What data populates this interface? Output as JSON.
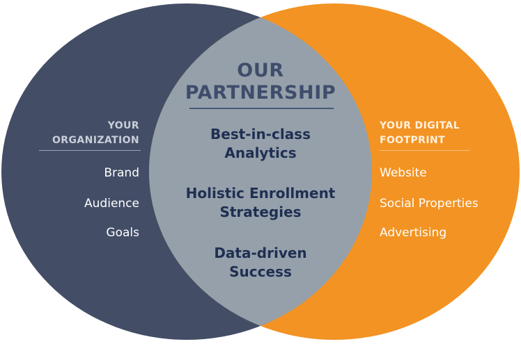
{
  "colors": {
    "left_circle": "#434d66",
    "right_circle": "#f29323",
    "overlap": "#95a0aa",
    "center_title": "#3f4d6c",
    "center_text": "#1f2f52"
  },
  "left": {
    "heading_line1": "YOUR",
    "heading_line2": "ORGANIZATION",
    "items": [
      "Brand",
      "Audience",
      "Goals"
    ]
  },
  "center": {
    "title_line1": "OUR",
    "title_line2": "PARTNERSHIP",
    "items": [
      {
        "line1": "Best-in-class",
        "line2": "Analytics"
      },
      {
        "line1": "Holistic Enrollment",
        "line2": "Strategies"
      },
      {
        "line1": "Data-driven",
        "line2": "Success"
      }
    ]
  },
  "right": {
    "heading_line1": "YOUR DIGITAL",
    "heading_line2": "FOOTPRINT",
    "items": [
      "Website",
      "Social Properties",
      "Advertising"
    ]
  }
}
